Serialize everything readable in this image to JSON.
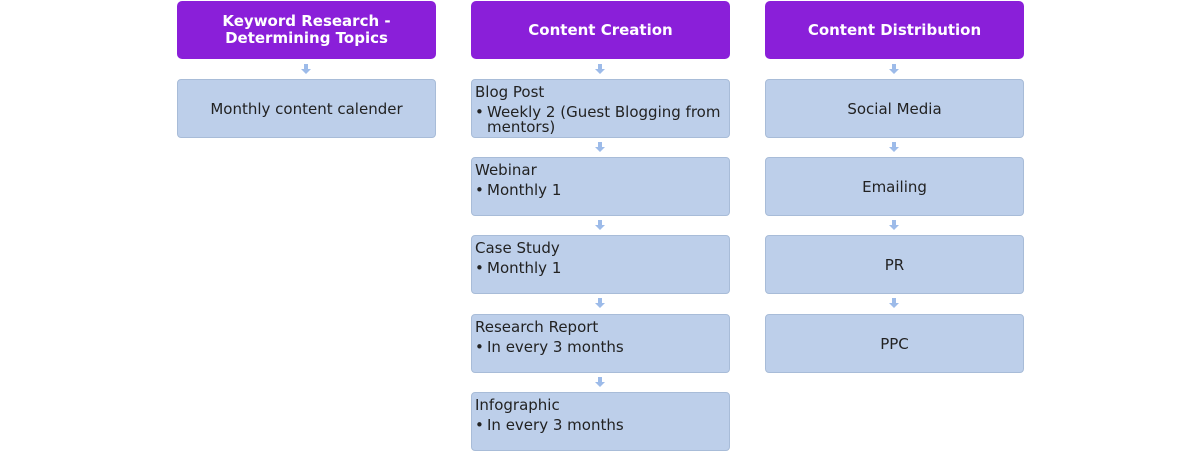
{
  "columns": [
    {
      "header": "Keyword Research - Determining Topics",
      "items": [
        {
          "title": "Monthly content calender"
        }
      ]
    },
    {
      "header": "Content Creation",
      "items": [
        {
          "title": "Blog Post",
          "bullet": "Weekly 2 (Guest Blogging from mentors)"
        },
        {
          "title": "Webinar",
          "bullet": "Monthly 1"
        },
        {
          "title": "Case Study",
          "bullet": "Monthly 1"
        },
        {
          "title": "Research Report",
          "bullet": "In every 3 months"
        },
        {
          "title": "Infographic",
          "bullet": "In every 3 months"
        }
      ]
    },
    {
      "header": "Content Distribution",
      "items": [
        {
          "title": "Social Media"
        },
        {
          "title": "Emailing"
        },
        {
          "title": "PR"
        },
        {
          "title": "PPC"
        }
      ]
    }
  ],
  "bullet_glyph": "•",
  "colors": {
    "header": "#8a1fd9",
    "box": "#bdcfea",
    "arrow": "#9dbbe9"
  }
}
